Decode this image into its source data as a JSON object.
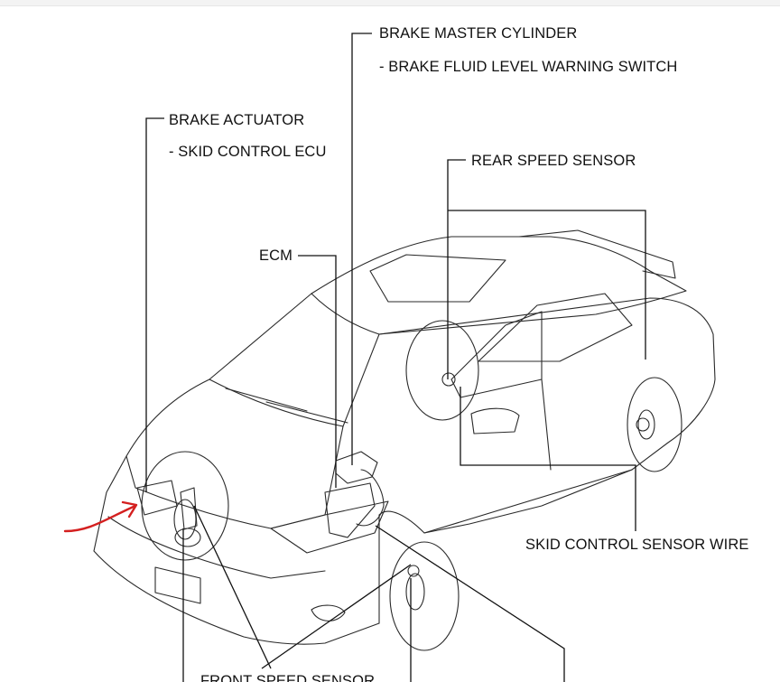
{
  "labels": {
    "brake_master_cylinder": "BRAKE MASTER CYLINDER",
    "brake_fluid_switch": "- BRAKE FLUID LEVEL WARNING SWITCH",
    "brake_actuator": "BRAKE ACTUATOR",
    "skid_control_ecu": "- SKID CONTROL ECU",
    "rear_speed_sensor": "REAR SPEED SENSOR",
    "ecm": "ECM",
    "skid_control_sensor_wire": "SKID CONTROL SENSOR WIRE",
    "front_speed_sensor": "FRONT SPEED SENSOR"
  },
  "colors": {
    "line": "#111111",
    "annotation_arrow": "#d42020"
  }
}
